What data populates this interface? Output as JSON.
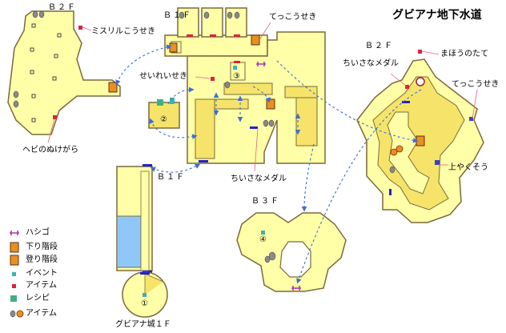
{
  "title": "グビアナ地下水道",
  "floors": {
    "b2f_left": "Ｂ２Ｆ",
    "b1f_top": "Ｂ１Ｆ",
    "b1f_bottom": "Ｂ１Ｆ",
    "b2f_right": "Ｂ２Ｆ",
    "b3f": "Ｂ３Ｆ",
    "castle_1f": "グビアナ城１Ｆ"
  },
  "labels": {
    "mithril_ore": "ミスリルこうせき",
    "snake_skin": "ヘビのぬけがら",
    "iron_ore_b1f": "てっこうせき",
    "spirit_stone": "せいれいせき",
    "mini_medal_b1f": "ちいさなメダル",
    "mini_medal_b2f": "ちいさなメダル",
    "magic_shield": "まほうのたて",
    "iron_ore_b2f": "てっこうせき",
    "yakusou": "上やくそう"
  },
  "circle_numbers": {
    "c1": "①",
    "c2": "②",
    "c3": "③",
    "c4": "④"
  },
  "legend": {
    "ladder": "ハシゴ",
    "stairs_down": "下り階段",
    "stairs_up": "登り階段",
    "event": "イベント",
    "item": "アイテム",
    "recipe": "レシピ",
    "pot_barrel_item": "アイテム"
  },
  "colors": {
    "floor": "#ffffa8",
    "floor_wall": "#7a6a3a",
    "raised": "#f6e46a",
    "water": "#8fc8f8",
    "door": "#2222cc",
    "red_marker": "#e02040",
    "event_marker": "#40b0b0",
    "connector": "#3b6fd8",
    "label_line": "#e8607c",
    "ladder": "#b030b0"
  }
}
